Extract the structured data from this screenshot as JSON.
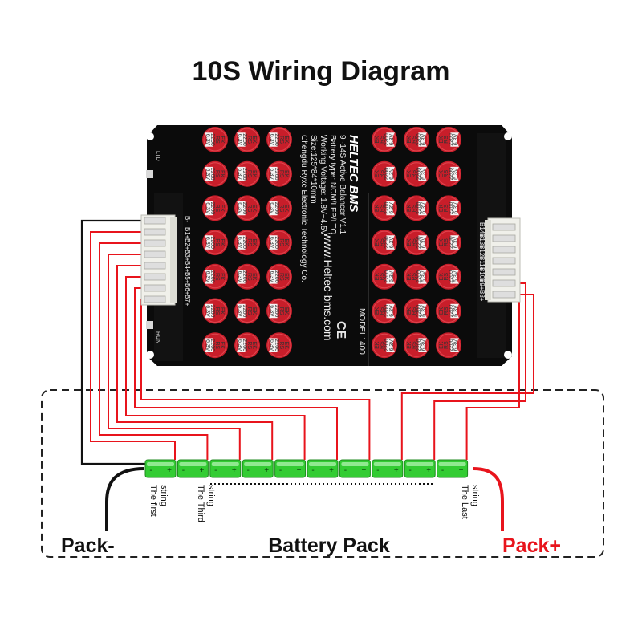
{
  "title": "10S Wiring Diagram",
  "board": {
    "logo": "HELTEC BMS",
    "lines": [
      "9~14S Active Balancer V1.1",
      "Battery type: NCM/LFP/LTO",
      "Working Voltage: 1.8V~4.5V",
      "Size:125*84*10mm",
      "Chengdu Ryxc Electronic Technology Co."
    ],
    "url": "www.Heltec-bms.com",
    "model": "MODEL1400",
    "ce_mark": "CE",
    "silk_ltd": "LTD",
    "silk_run": "RUN",
    "capacitor_label": [
      "EK",
      "RS",
      "2200",
      "6.3V"
    ],
    "left_connector_pins": [
      "B-",
      "B1+",
      "B2+",
      "B3+",
      "B4+",
      "B5+",
      "B6+",
      "B7+"
    ],
    "right_connector_pins": [
      "B14+",
      "B13+",
      "B12+",
      "B11+",
      "B10+",
      "B9+",
      "B8+"
    ]
  },
  "battery": {
    "cell_count": 10,
    "cell_color": "#33cc33",
    "minus_sign": "-",
    "plus_sign": "+"
  },
  "labels": {
    "first_string": "The first string",
    "third_string": "The Third string",
    "last_string": "The Last string",
    "pack_minus": "Pack-",
    "pack_plus": "Pack+",
    "battery_pack": "Battery Pack"
  },
  "colors": {
    "board": "#0b0b0b",
    "wire_red": "#e8141c",
    "wire_black": "#111111",
    "pack_plus_text": "#e8141c",
    "capacitor_body": "#c81e2a",
    "capacitor_band": "#f4f4f4"
  }
}
